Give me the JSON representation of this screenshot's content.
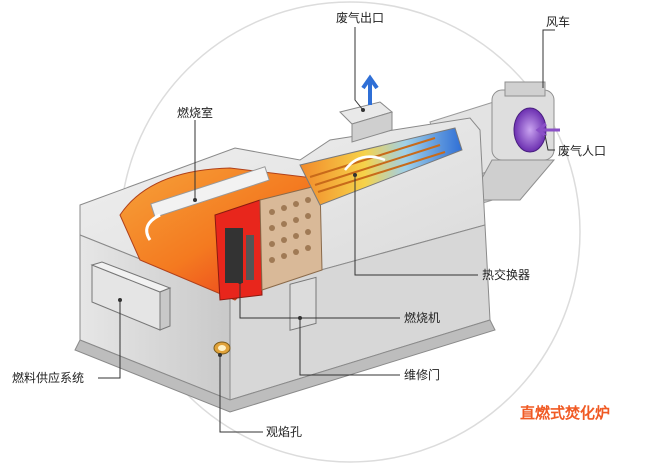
{
  "title": "直燃式焚化炉",
  "labels": {
    "exhaust_outlet": "废气出口",
    "fan": "风车",
    "combustion_chamber": "燃烧室",
    "exhaust_inlet": "废气人口",
    "heat_exchanger": "热交换器",
    "burner": "燃烧机",
    "maintenance_door": "维修门",
    "fuel_supply": "燃料供应系统",
    "sight_hole": "观焰孔"
  },
  "colors": {
    "flame_orange": "#f47a20",
    "flame_red": "#e8261c",
    "heat_yellow": "#f6d24a",
    "cool_blue": "#2f6fd6",
    "fan_purple": "#8a4fc7",
    "title_orange": "#f05a24"
  }
}
